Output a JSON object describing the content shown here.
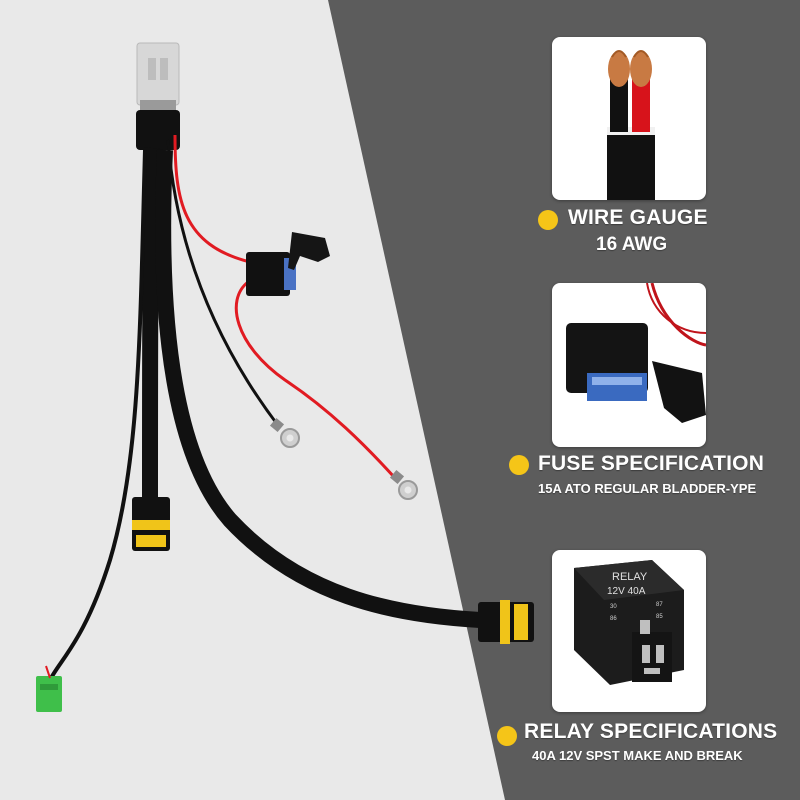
{
  "colors": {
    "panel": "#5c5c5c",
    "background": "#e9e9e9",
    "bullet": "#f5c518",
    "text": "#ffffff",
    "wire_red": "#e11b22",
    "wire_black": "#111111"
  },
  "specs": [
    {
      "title": "WIRE GAUGE",
      "subtitle": "16 AWG",
      "icon": "wire-cross-section-photo"
    },
    {
      "title": "FUSE SPECIFICATION",
      "subtitle": "15A ATO REGULAR BLADDER-YPE",
      "icon": "fuse-holder-photo"
    },
    {
      "title": "RELAY SPECIFICATIONS",
      "subtitle": "40A 12V SPST MAKE AND BREAK",
      "icon": "relay-photo"
    }
  ],
  "relay_label": {
    "line1": "RELAY",
    "line2": "12V  40A",
    "pins": [
      "30",
      "87",
      "86",
      "85"
    ]
  }
}
